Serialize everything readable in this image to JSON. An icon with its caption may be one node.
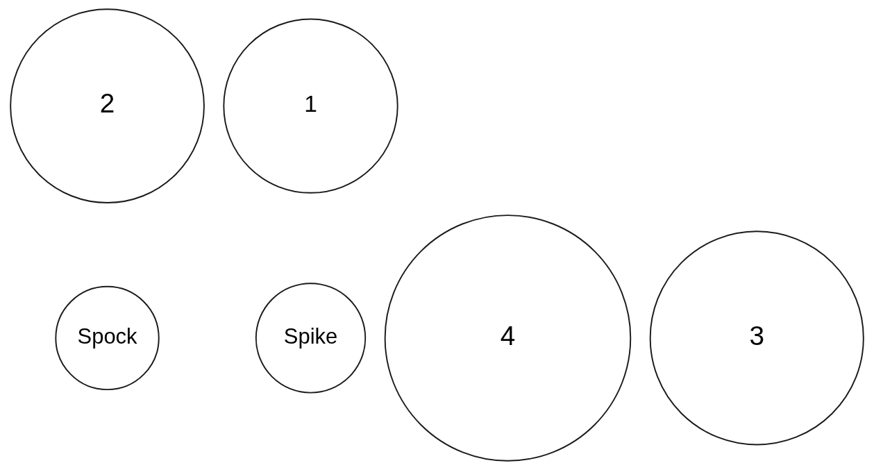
{
  "diagram": {
    "nodes": [
      {
        "text": [
          "2"
        ]
      },
      {
        "text": [
          "1"
        ]
      },
      {
        "text": [
          "4"
        ]
      },
      {
        "text": [
          "Spock"
        ]
      },
      {
        "text": [
          "Spike"
        ]
      },
      {
        "text": [
          "3"
        ]
      }
    ]
  }
}
